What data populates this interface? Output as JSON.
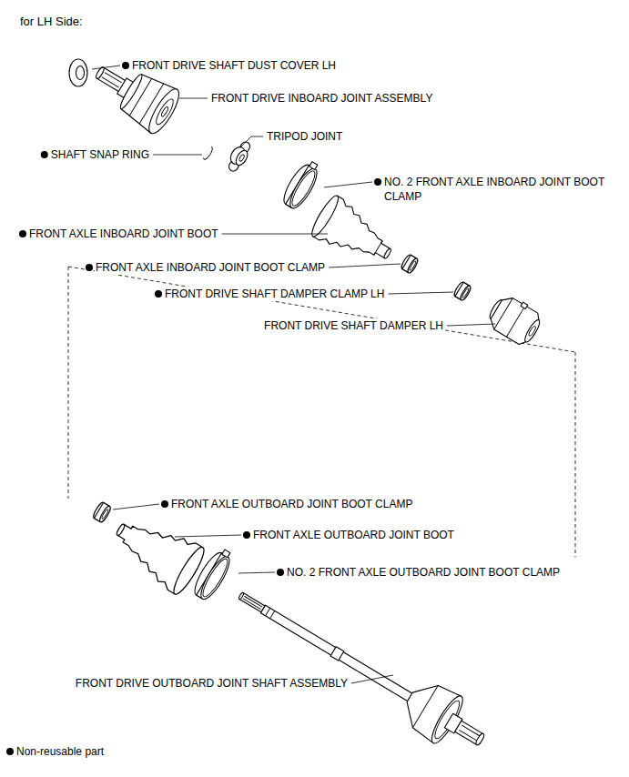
{
  "diagram": {
    "title": "for LH Side:",
    "labels": [
      "FRONT DRIVE SHAFT DUST COVER LH",
      "FRONT DRIVE INBOARD JOINT ASSEMBLY",
      "TRIPOD JOINT",
      "SHAFT SNAP RING",
      "NO. 2 FRONT AXLE INBOARD JOINT BOOT CLAMP",
      "FRONT AXLE INBOARD JOINT BOOT",
      "FRONT AXLE INBOARD JOINT BOOT CLAMP",
      "FRONT DRIVE SHAFT DAMPER CLAMP LH",
      "FRONT DRIVE SHAFT DAMPER LH",
      "FRONT AXLE OUTBOARD JOINT BOOT CLAMP",
      "FRONT AXLE OUTBOARD JOINT BOOT",
      "NO. 2 FRONT AXLE OUTBOARD JOINT BOOT CLAMP",
      "FRONT DRIVE OUTBOARD JOINT SHAFT ASSEMBLY"
    ],
    "legend": [
      {
        "text": "Non-reusable part"
      }
    ]
  }
}
